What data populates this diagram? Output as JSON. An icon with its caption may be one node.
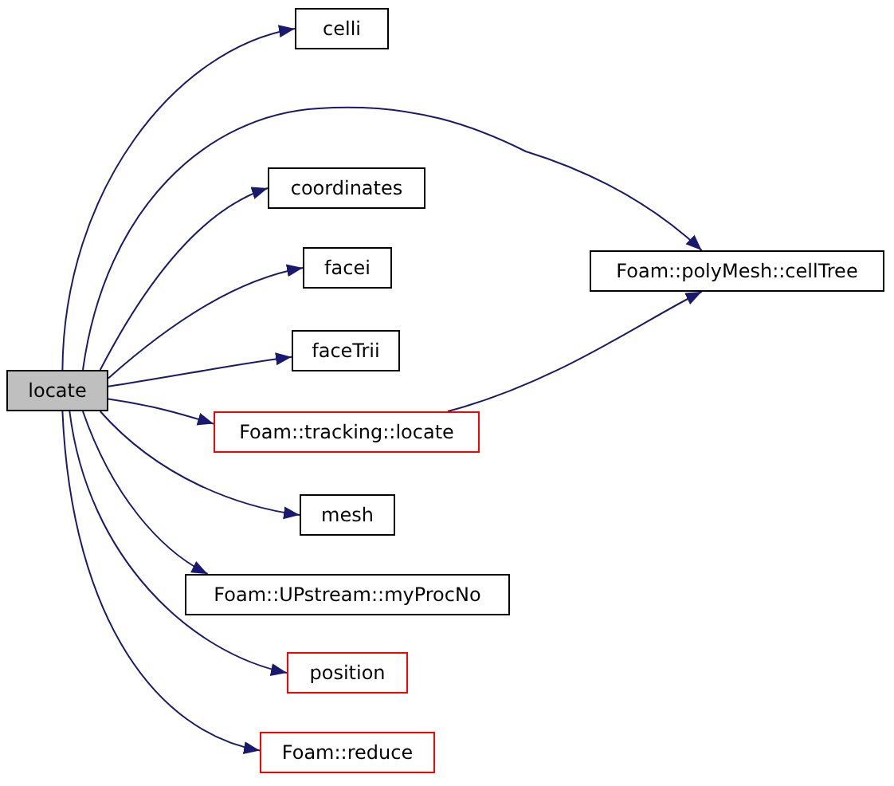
{
  "diagram": {
    "nodes": [
      {
        "text": [
          "locate"
        ]
      },
      {
        "text": [
          "celli"
        ]
      },
      {
        "text": [
          "coordinates"
        ]
      },
      {
        "text": [
          "facei"
        ]
      },
      {
        "text": [
          "faceTrii"
        ]
      },
      {
        "text": [
          "Foam::tracking::locate"
        ]
      },
      {
        "text": [
          "Foam::polyMesh::cellTree"
        ]
      },
      {
        "text": [
          "mesh"
        ]
      },
      {
        "text": [
          "Foam::UPstream::myProcNo"
        ]
      },
      {
        "text": [
          "position"
        ]
      },
      {
        "text": [
          "Foam::reduce"
        ]
      }
    ],
    "edges": [
      {
        "from": 0,
        "to": 1,
        "arrow": "to"
      },
      {
        "from": 0,
        "to": 6,
        "arrow": "to"
      },
      {
        "from": 0,
        "to": 2,
        "arrow": "to"
      },
      {
        "from": 0,
        "to": 3,
        "arrow": "to"
      },
      {
        "from": 0,
        "to": 4,
        "arrow": "to"
      },
      {
        "from": 0,
        "to": 5,
        "arrow": "to"
      },
      {
        "from": 5,
        "to": 6,
        "arrow": "to"
      },
      {
        "from": 0,
        "to": 7,
        "arrow": "to"
      },
      {
        "from": 0,
        "to": 8,
        "arrow": "to"
      },
      {
        "from": 0,
        "to": 9,
        "arrow": "to"
      },
      {
        "from": 0,
        "to": 10,
        "arrow": "to"
      }
    ]
  }
}
